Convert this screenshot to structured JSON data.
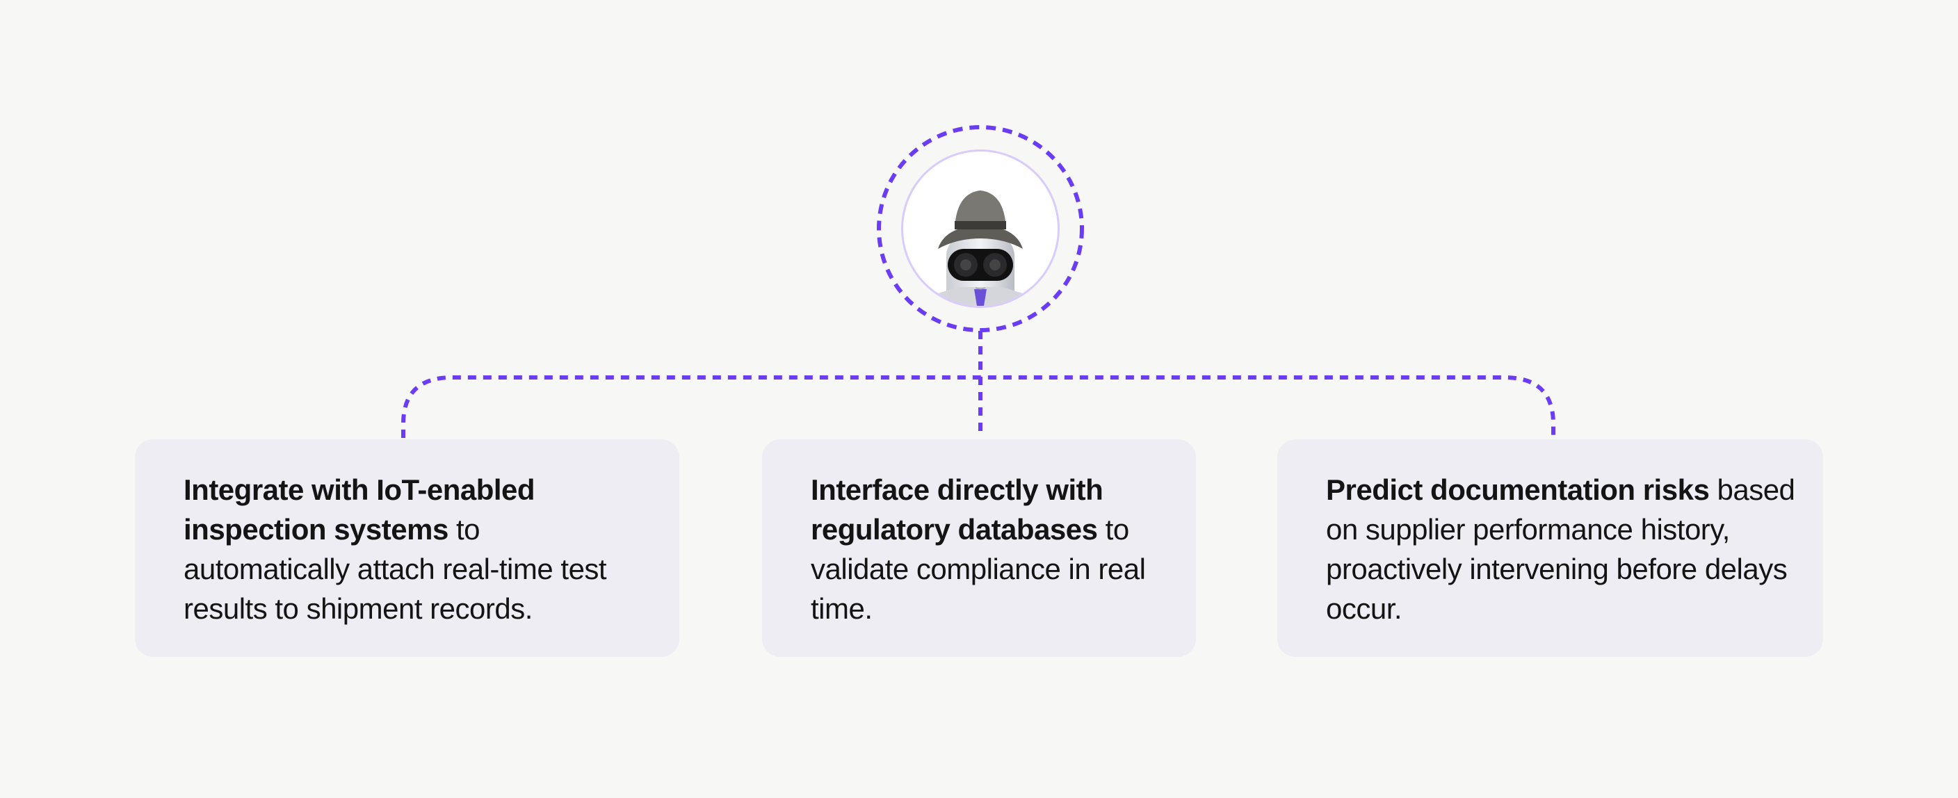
{
  "colors": {
    "accent": "#6a3cf5",
    "card_bg": "#efedf4",
    "background": "#f7f7f5",
    "text": "#141414"
  },
  "center": {
    "icon": "detective-robot-avatar"
  },
  "cards": [
    {
      "bold": "Integrate with IoT-enabled inspection systems",
      "rest": " to automatically attach real-time test results to shipment records."
    },
    {
      "bold": "Interface directly with regulatory databases",
      "rest": " to validate compliance in real time."
    },
    {
      "bold": "Predict documentation risks",
      "rest": " based on supplier performance history, proactively intervening before delays occur."
    }
  ]
}
